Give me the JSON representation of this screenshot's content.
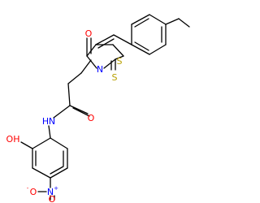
{
  "molecule": {
    "atoms": {
      "o_ketone": {
        "label": "O"
      },
      "s_ring": {
        "label": "S"
      },
      "n_ring": {
        "label": "N"
      },
      "s_thione": {
        "label": "S"
      },
      "o_amide": {
        "label": "O"
      },
      "nh_amide": {
        "label": "N"
      },
      "h_amide": {
        "label": "H"
      },
      "oh_label": {
        "label": "OH"
      },
      "n_nitro": {
        "label": "N"
      },
      "n_nitro_charge": {
        "label": "+"
      },
      "o_nitro_left": {
        "label": "O"
      },
      "o_nitro_left_charge": {
        "label": "-"
      },
      "o_nitro_bottom": {
        "label": "O"
      }
    },
    "colors": {
      "bond": "#000000",
      "carbon": "#000000",
      "oxygen": "#ff0000",
      "nitrogen": "#0000ff",
      "sulfur": "#b8a000"
    }
  }
}
